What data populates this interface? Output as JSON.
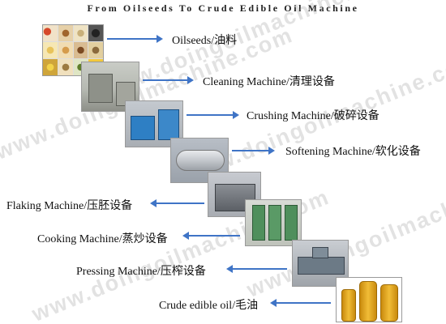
{
  "header": {
    "title": "From Oilseeds To Crude Edible Oil Machine"
  },
  "watermarks": [
    "www.doingoilmachine.com",
    "www.doingoilmachine.com",
    "www.doingoilmachine.com",
    "www.doingoilmachine.com",
    "www.doingoilmachine.com"
  ],
  "steps": [
    {
      "label": "Oilseeds/油料",
      "direction": "right",
      "image": "oilseeds-collage"
    },
    {
      "label": "Cleaning Machine/清理设备",
      "direction": "right",
      "image": "cleaning-machine-photo"
    },
    {
      "label": "Crushing Machine/破碎设备",
      "direction": "right",
      "image": "crushing-machine-photo"
    },
    {
      "label": "Softening Machine/软化设备",
      "direction": "right",
      "image": "softening-machine-photo"
    },
    {
      "label": "Flaking Machine/压胚设备",
      "direction": "left",
      "image": "flaking-machine-photo"
    },
    {
      "label": "Cooking Machine/蒸炒设备",
      "direction": "left",
      "image": "cooking-machine-photo"
    },
    {
      "label": "Pressing Machine/压榨设备",
      "direction": "left",
      "image": "pressing-machine-photo"
    },
    {
      "label": "Crude edible oil/毛油",
      "direction": "left",
      "image": "crude-oil-bottles-photo"
    }
  ],
  "colors": {
    "arrow": "#3f74c6",
    "oil": "#e0a21a",
    "machine_blue": "#2e7fc4"
  }
}
